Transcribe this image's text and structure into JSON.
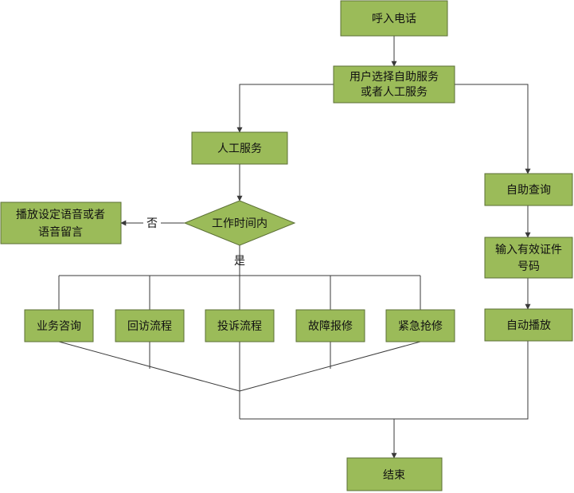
{
  "nodes": {
    "incoming_call": "呼入电话",
    "choose_service": [
      "用户选择自助服务",
      "或者人工服务"
    ],
    "manual_service": "人工服务",
    "work_hours": "工作时间内",
    "play_voice": [
      "播放设定语音或者",
      "语音留言"
    ],
    "business_inquiry": "业务咨询",
    "return_visit": "回访流程",
    "complaint": "投诉流程",
    "fault_repair": "故障报修",
    "emergency_repair": "紧急抢修",
    "self_query": "自助查询",
    "enter_id": [
      "输入有效证件",
      "号码"
    ],
    "auto_play": "自动播放",
    "end": "结束"
  },
  "edge_labels": {
    "no": "否",
    "yes": "是"
  },
  "colors": {
    "node_fill": "#9bbb59",
    "node_border": "#5b6f35",
    "line": "#3a3a3a"
  }
}
